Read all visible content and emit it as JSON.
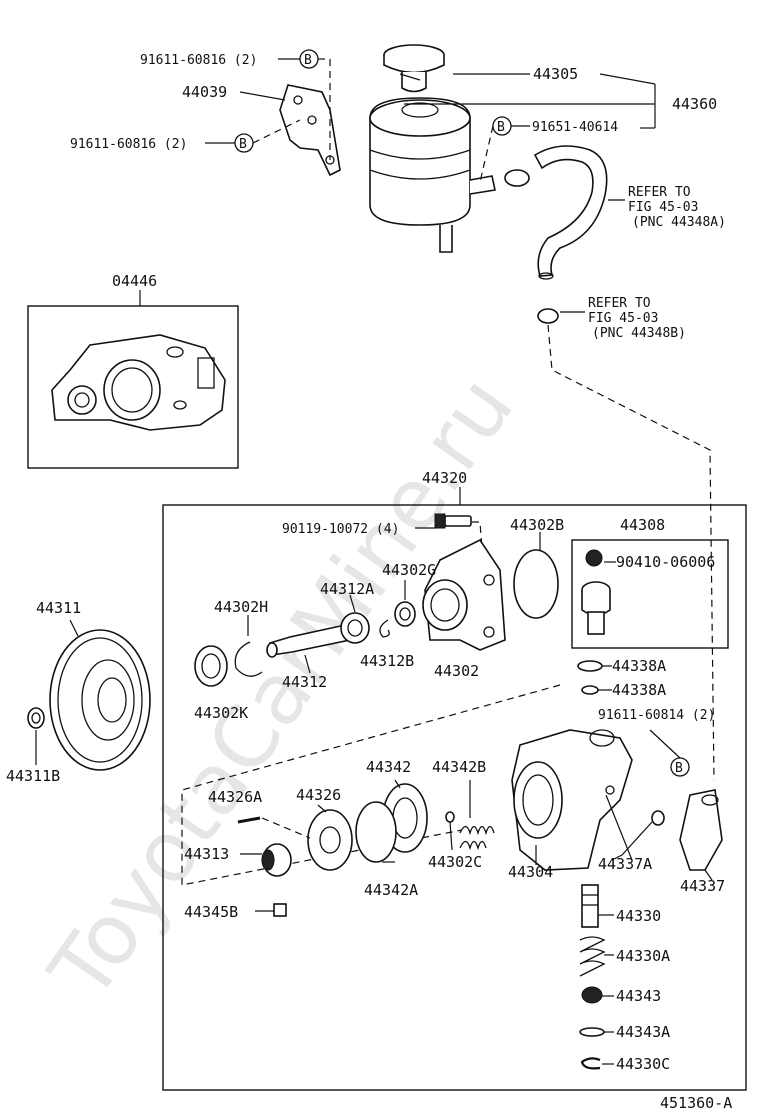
{
  "watermark": "ToyotaCarMine.ru",
  "figure_code": "451360-A",
  "callout_letter": "B",
  "labels": {
    "p91611_60816_a": "91611-60816 (2)",
    "p44039": "44039",
    "p91611_60816_b": "91611-60816 (2)",
    "p44305": "44305",
    "p44360": "44360",
    "p91651_40614": "91651-40614",
    "ref_a_line1": "REFER TO",
    "ref_a_line2": "FIG 45-03",
    "ref_a_line3": "(PNC 44348A)",
    "ref_b_line1": "REFER TO",
    "ref_b_line2": "FIG 45-03",
    "ref_b_line3": "(PNC 44348B)",
    "p04446": "04446",
    "p44320": "44320",
    "p90119_10072": "90119-10072 (4)",
    "p44302B": "44302B",
    "p44308": "44308",
    "p90410_06006": "90410-06006",
    "p44302G": "44302G",
    "p44312A": "44312A",
    "p44302H": "44302H",
    "p44311": "44311",
    "p44312": "44312",
    "p44312B": "44312B",
    "p44302": "44302",
    "p44302K": "44302K",
    "p44338A_1": "44338A",
    "p44338A_2": "44338A",
    "p91611_60814": "91611-60814 (2)",
    "p44311B": "44311B",
    "p44342": "44342",
    "p44342B": "44342B",
    "p44326A": "44326A",
    "p44326": "44326",
    "p44313": "44313",
    "p44302C": "44302C",
    "p44304": "44304",
    "p44337A": "44337A",
    "p44337": "44337",
    "p44342A": "44342A",
    "p44345B": "44345B",
    "p44330": "44330",
    "p44330A": "44330A",
    "p44343": "44343",
    "p44343A": "44343A",
    "p44330C": "44330C"
  }
}
